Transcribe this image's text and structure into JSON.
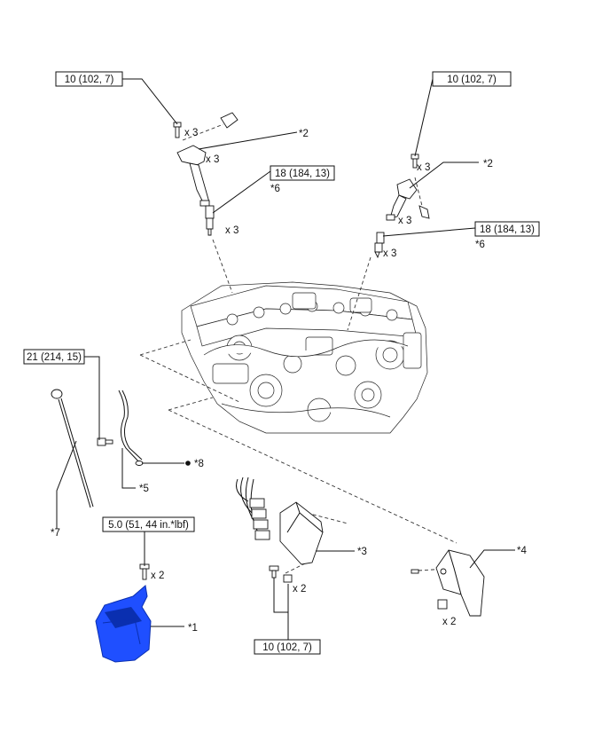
{
  "torque": {
    "t1": "10 (102, 7)",
    "t2": "10 (102, 7)",
    "t3": "18 (184, 13)",
    "t4": "18 (184, 13)",
    "t5": "21 (214, 15)",
    "t6": "5.0 (51, 44 in.*lbf)",
    "t7": "10 (102, 7)"
  },
  "callouts": {
    "c2a": "*2",
    "c2b": "*2",
    "c6a": "*6",
    "c6b": "*6",
    "c8": "*8",
    "c5": "*5",
    "c7": "*7",
    "c3": "*3",
    "c4": "*4",
    "c1": "*1"
  },
  "quantities": {
    "q1": "x 3",
    "q2": "x 3",
    "q3": "x 3",
    "q4": "x 3",
    "q5": "x 3",
    "q6": "x 3",
    "q7": "x 2",
    "q8": "x 2",
    "q9": "x 2"
  },
  "colors": {
    "highlight_part": "#1f4fff",
    "highlight_dark": "#0a2fb0",
    "line": "#111111"
  }
}
